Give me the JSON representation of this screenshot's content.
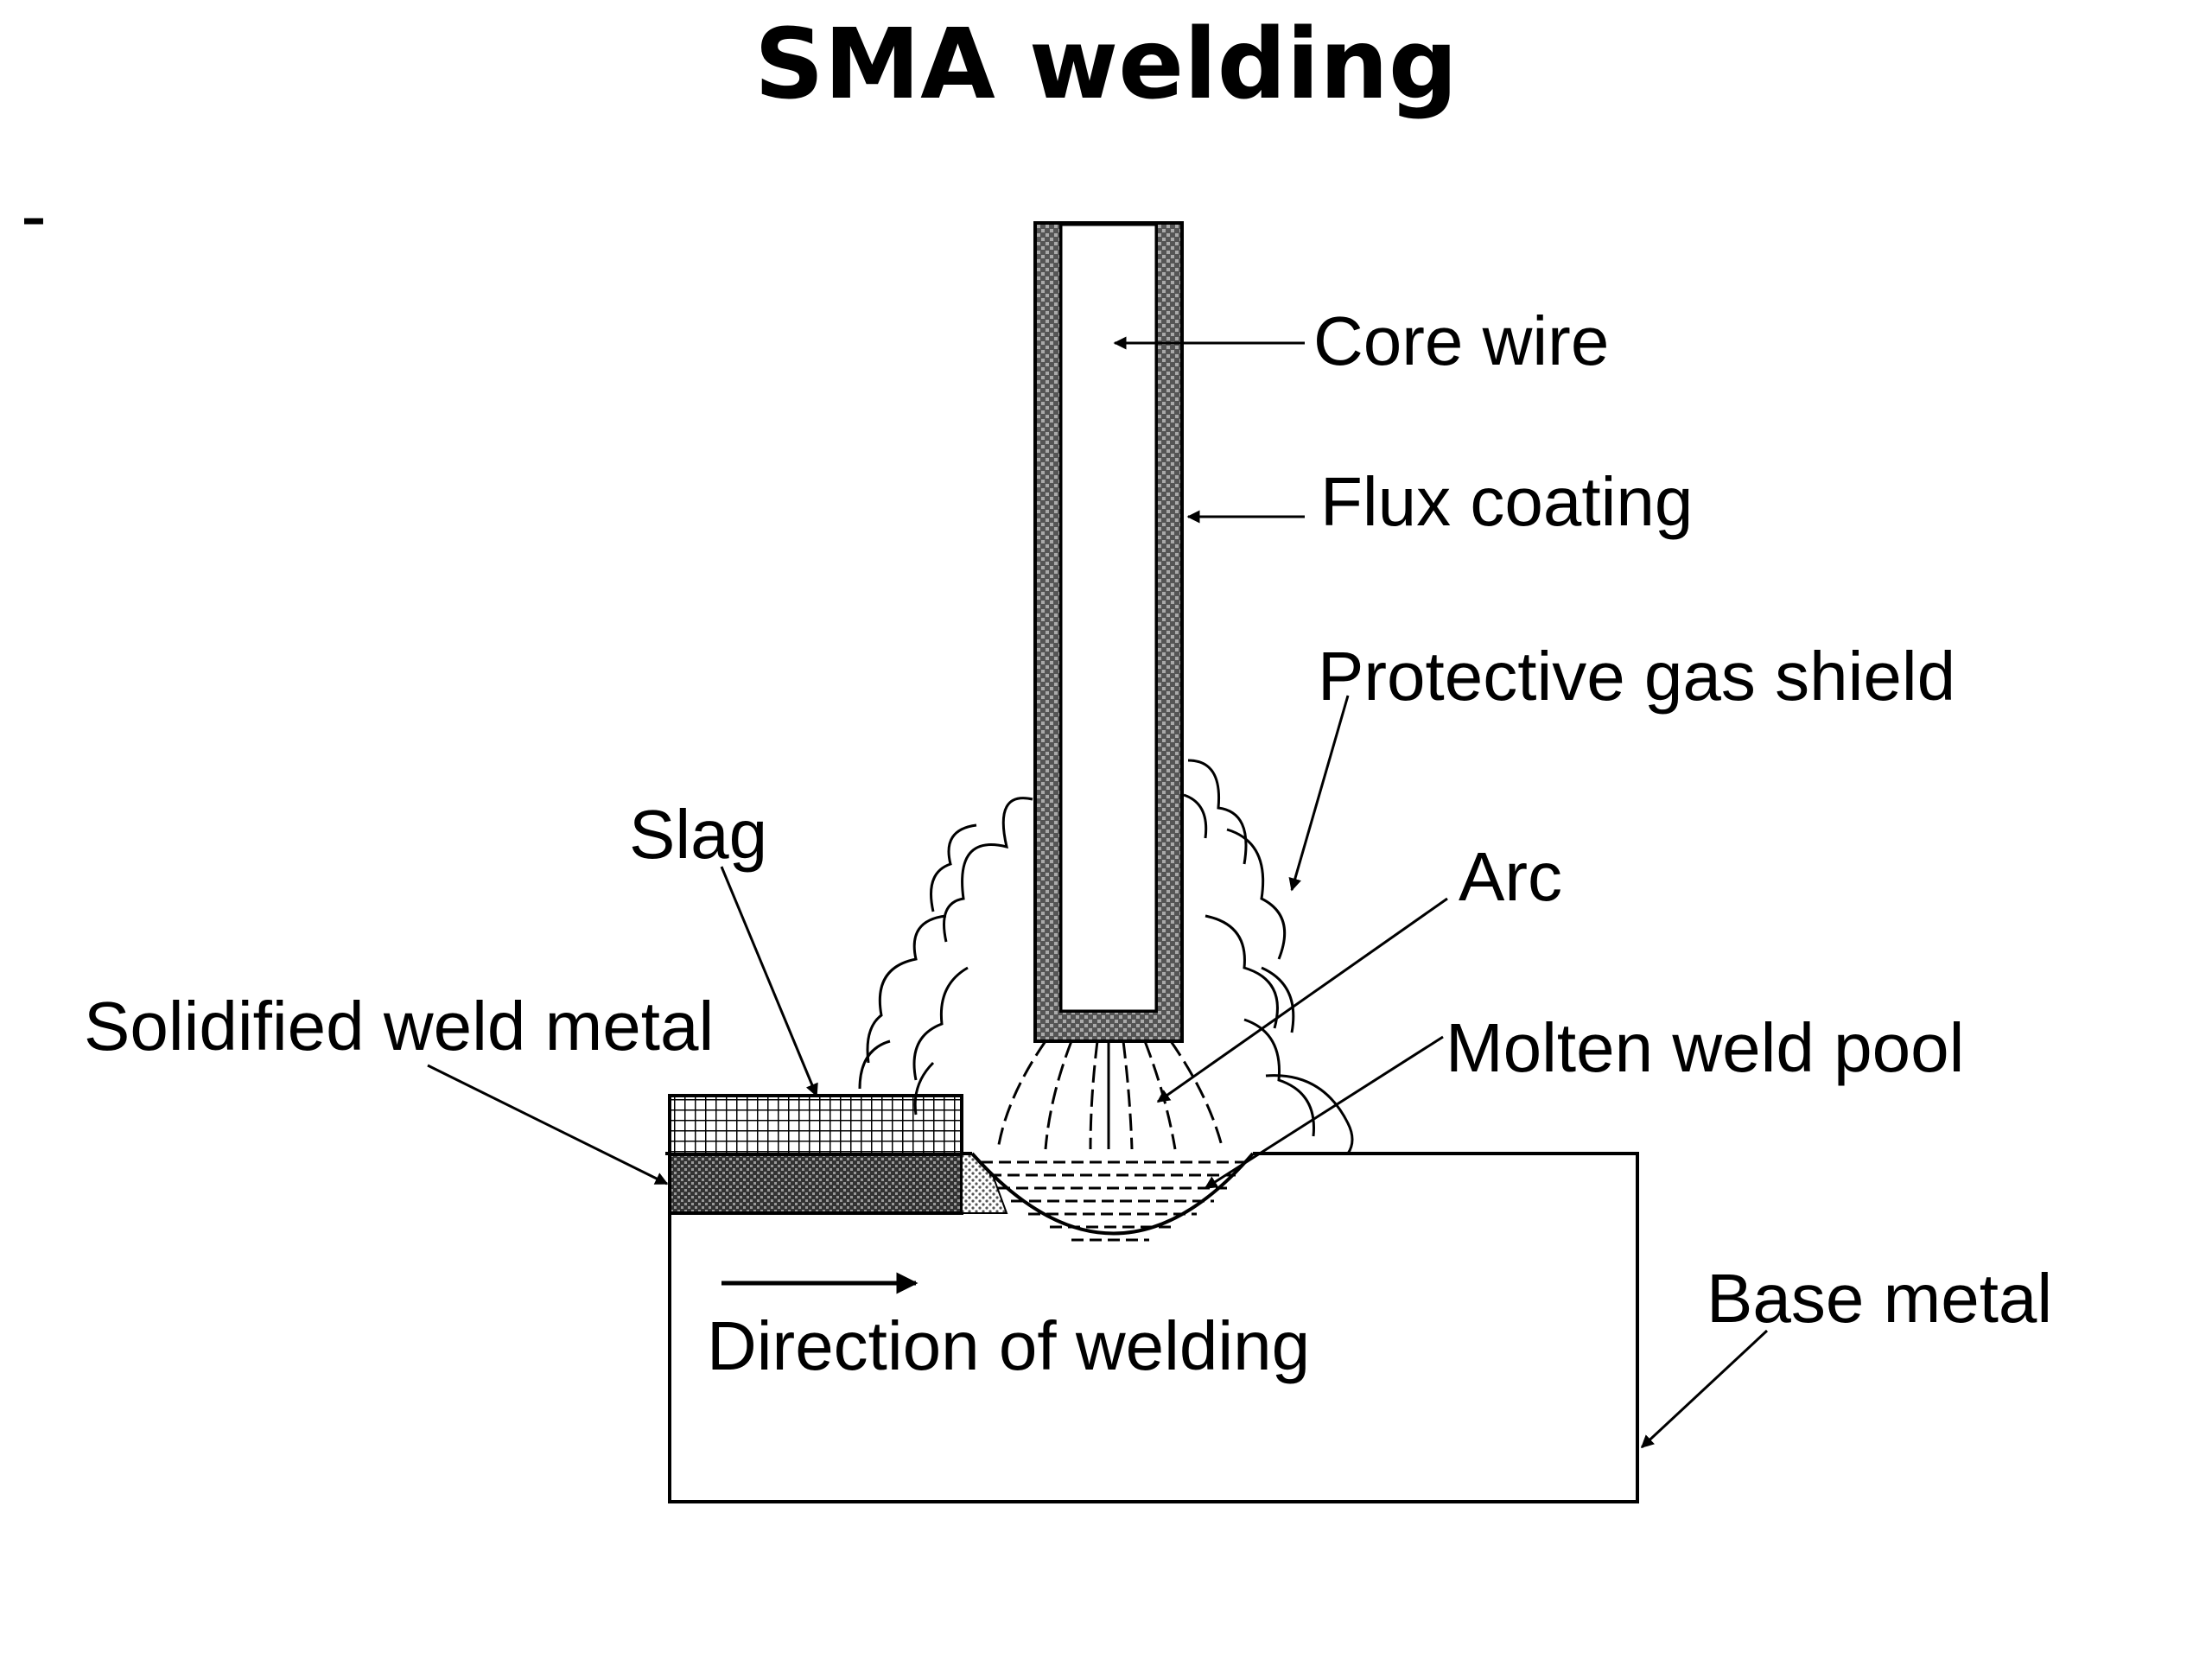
{
  "title": "SMA welding",
  "bullet": "-",
  "labels": {
    "core_wire": "Core wire",
    "flux_coating": "Flux coating",
    "gas_shield": "Protective gas shield",
    "arc": "Arc",
    "slag": "Slag",
    "solidified_weld_metal": "Solidified weld metal",
    "molten_weld_pool": "Molten weld pool",
    "base_metal": "Base metal",
    "direction": "Direction of welding"
  }
}
